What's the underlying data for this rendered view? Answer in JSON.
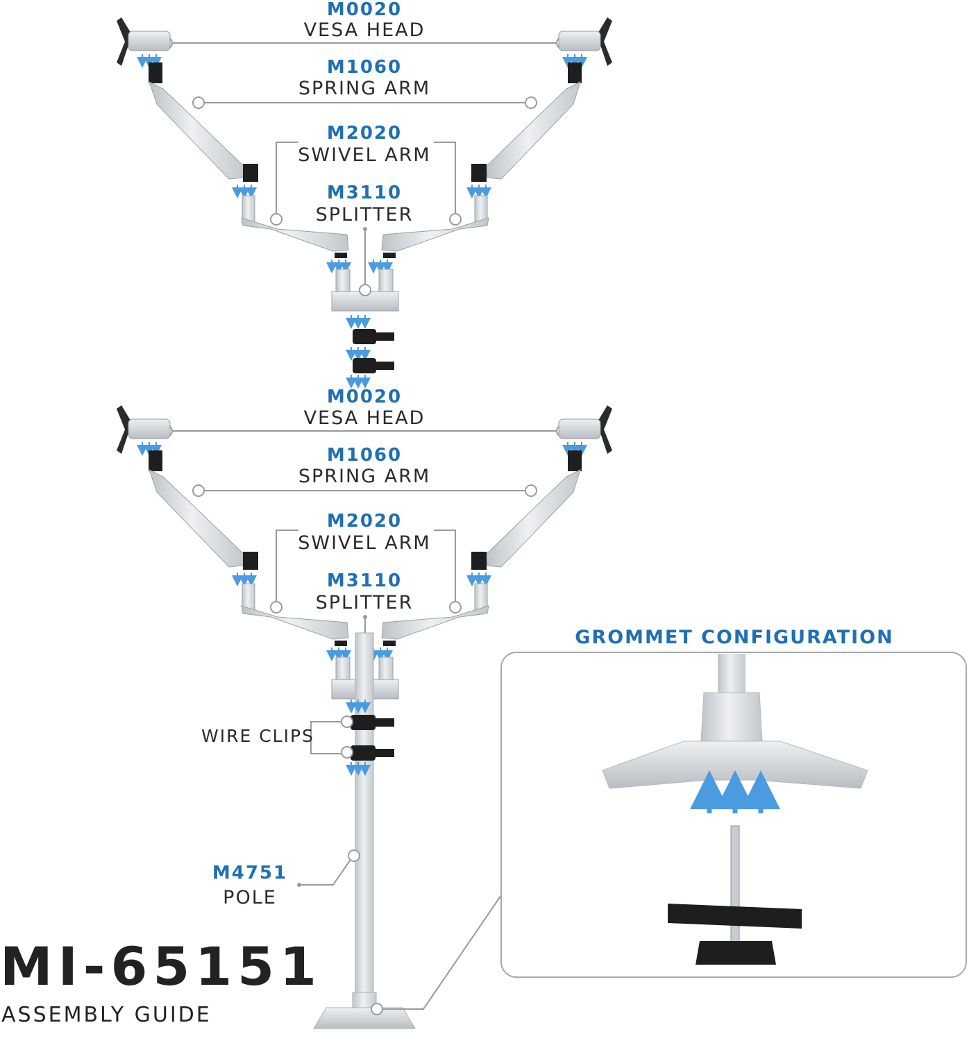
{
  "upper_level": {
    "vesa_head": {
      "code": "M0020",
      "name": "VESA HEAD"
    },
    "spring_arm": {
      "code": "M1060",
      "name": "SPRING ARM"
    },
    "swivel_arm": {
      "code": "M2020",
      "name": "SWIVEL ARM"
    },
    "splitter": {
      "code": "M3110",
      "name": "SPLITTER"
    }
  },
  "lower_level": {
    "vesa_head": {
      "code": "M0020",
      "name": "VESA HEAD"
    },
    "spring_arm": {
      "code": "M1060",
      "name": "SPRING ARM"
    },
    "swivel_arm": {
      "code": "M2020",
      "name": "SWIVEL ARM"
    },
    "splitter": {
      "code": "M3110",
      "name": "SPLITTER"
    }
  },
  "wire_clips": {
    "name": "WIRE CLIPS"
  },
  "pole": {
    "code": "M4751",
    "name": "POLE"
  },
  "grommet": {
    "title": "GROMMET CONFIGURATION"
  },
  "product": {
    "model": "MI-65151",
    "subtitle": "ASSEMBLY GUIDE"
  },
  "colors": {
    "accent_blue": "#1f6fb5",
    "arrow_blue": "#4a9be0",
    "silver": "#d6d9dd",
    "dark_part": "#1e1e1e",
    "leader_line": "#9a9a9a"
  }
}
